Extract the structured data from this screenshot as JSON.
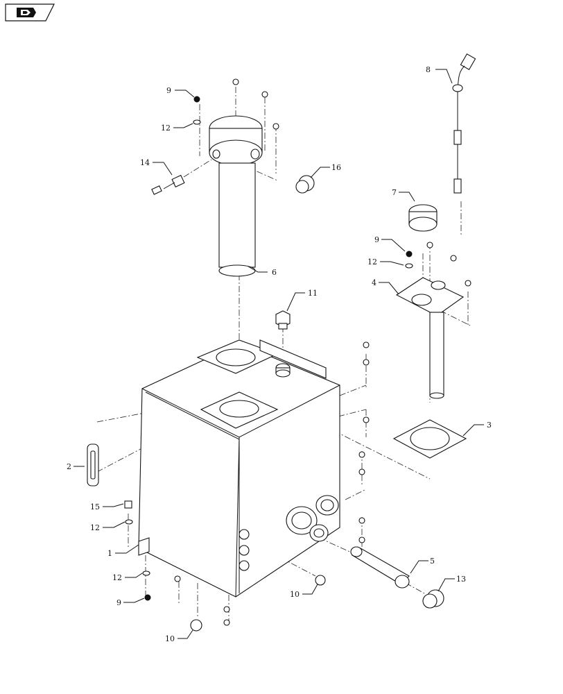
{
  "nav_icon": {
    "name": "back-arrow-icon"
  },
  "callouts": [
    {
      "id": "c8",
      "label": "8"
    },
    {
      "id": "c9a",
      "label": "9"
    },
    {
      "id": "c12a",
      "label": "12"
    },
    {
      "id": "c14",
      "label": "14"
    },
    {
      "id": "c16",
      "label": "16"
    },
    {
      "id": "c7",
      "label": "7"
    },
    {
      "id": "c9b",
      "label": "9"
    },
    {
      "id": "c12b",
      "label": "12"
    },
    {
      "id": "c4",
      "label": "4"
    },
    {
      "id": "c6",
      "label": "6"
    },
    {
      "id": "c11",
      "label": "11"
    },
    {
      "id": "c3",
      "label": "3"
    },
    {
      "id": "c2",
      "label": "2"
    },
    {
      "id": "c15",
      "label": "15"
    },
    {
      "id": "c12c",
      "label": "12"
    },
    {
      "id": "c1",
      "label": "1"
    },
    {
      "id": "c12d",
      "label": "12"
    },
    {
      "id": "c9c",
      "label": "9"
    },
    {
      "id": "c10a",
      "label": "10"
    },
    {
      "id": "c5",
      "label": "5"
    },
    {
      "id": "c13",
      "label": "13"
    },
    {
      "id": "c10b",
      "label": "10"
    }
  ]
}
